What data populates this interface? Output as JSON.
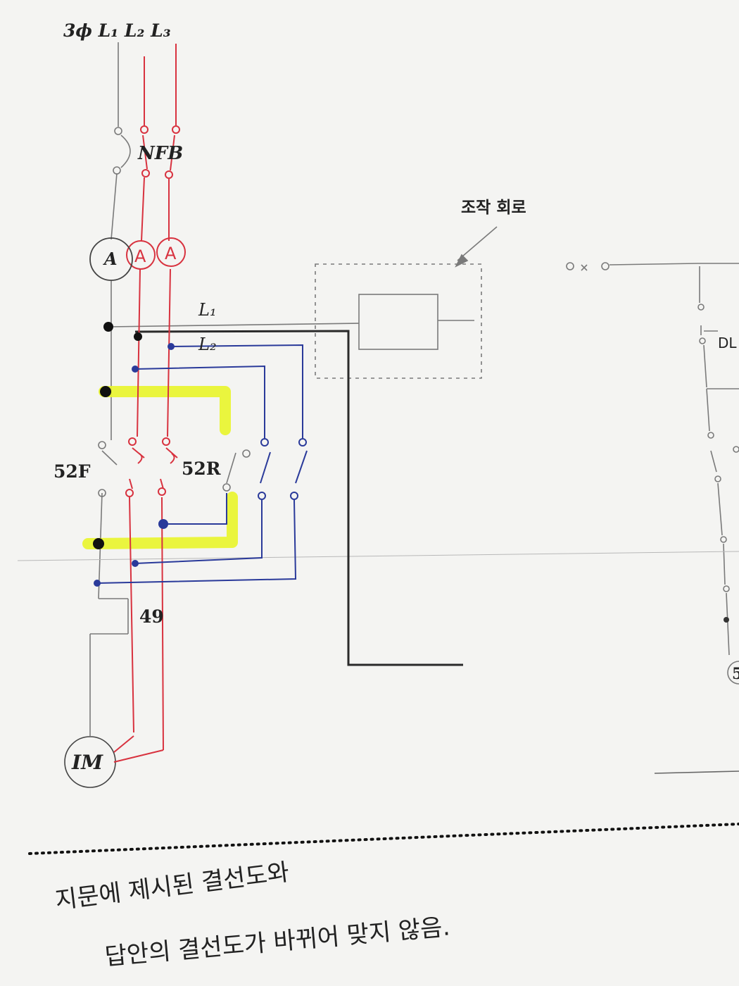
{
  "diagram": {
    "supply_label": "3ϕ L₁ L₂ L₃",
    "breaker_label": "NFB",
    "ammeter_symbol": "A",
    "ammeter_handwritten": "A",
    "control_circuit_label": "조작 회로",
    "line_label_1": "L₁",
    "line_label_2": "L₂",
    "forward_contactor_label": "52F",
    "reverse_contactor_label": "52R",
    "overload_relay_label": "49",
    "motor_label": "IM",
    "partial_right_text": "DL",
    "partial_right_symbol": "5"
  },
  "notes": {
    "line_1": "지문에 제시된 결선도와",
    "line_2": "답안의 결선도가 바뀌어 맞지 않음."
  },
  "colors": {
    "print": "#6e6e6e",
    "print_thick": "#2a2a2a",
    "red_pen": "#d8323f",
    "blue_pen": "#2a3a9a",
    "highlight": "#e9f52a",
    "paper": "#f4f4f2"
  }
}
